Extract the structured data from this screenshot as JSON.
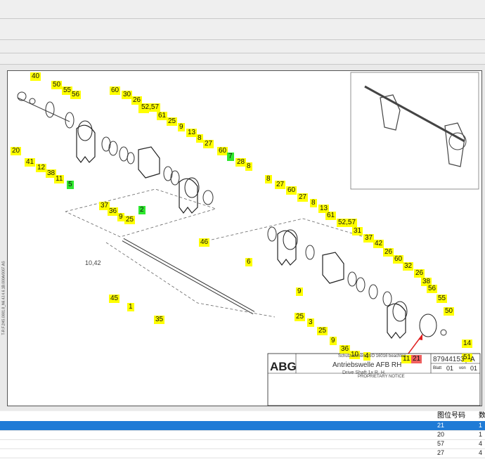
{
  "drawing": {
    "logo": "ABG",
    "header_note": "Schutzvermerk ISO 16016 beachten",
    "title_de": "Antriebswelle AFB RH",
    "title_en": "Drive Shaft 1x R. H.",
    "doc_number": "87944153",
    "revision": "A",
    "sheet_label": "Blatt",
    "sheet": "01",
    "of_label": "von",
    "sheets": "01",
    "proprietary": "PROPRIETARY NOTICE",
    "side_code": "T-R.F.2HS.0001.8_N6.4J.4.6.1B.000A/0007.AS",
    "callouts": [
      {
        "t": "40",
        "c": "y"
      },
      {
        "t": "50",
        "c": "y"
      },
      {
        "t": "55",
        "c": "y"
      },
      {
        "t": "56",
        "c": "y"
      },
      {
        "t": "60",
        "c": "y"
      },
      {
        "t": "30",
        "c": "y"
      },
      {
        "t": "26",
        "c": "y"
      },
      {
        "t": "26",
        "c": "y"
      },
      {
        "t": "52,57",
        "c": "y"
      },
      {
        "t": "61",
        "c": "y"
      },
      {
        "t": "25",
        "c": "y"
      },
      {
        "t": "9",
        "c": "y"
      },
      {
        "t": "13",
        "c": "y"
      },
      {
        "t": "8",
        "c": "y"
      },
      {
        "t": "27",
        "c": "y"
      },
      {
        "t": "60",
        "c": "y"
      },
      {
        "t": "7",
        "c": "g"
      },
      {
        "t": "28",
        "c": "y"
      },
      {
        "t": "8",
        "c": "y"
      },
      {
        "t": "20",
        "c": "y"
      },
      {
        "t": "41",
        "c": "y"
      },
      {
        "t": "12",
        "c": "y"
      },
      {
        "t": "38",
        "c": "y"
      },
      {
        "t": "11",
        "c": "y"
      },
      {
        "t": "5",
        "c": "g"
      },
      {
        "t": "37",
        "c": "y"
      },
      {
        "t": "36",
        "c": "y"
      },
      {
        "t": "9",
        "c": "y"
      },
      {
        "t": "25",
        "c": "y"
      },
      {
        "t": "2",
        "c": "g"
      },
      {
        "t": "46",
        "c": "y"
      },
      {
        "t": "45",
        "c": "y"
      },
      {
        "t": "1",
        "c": "y"
      },
      {
        "t": "35",
        "c": "y"
      },
      {
        "t": "8",
        "c": "y"
      },
      {
        "t": "27",
        "c": "y"
      },
      {
        "t": "60",
        "c": "y"
      },
      {
        "t": "27",
        "c": "y"
      },
      {
        "t": "8",
        "c": "y"
      },
      {
        "t": "13",
        "c": "y"
      },
      {
        "t": "61",
        "c": "y"
      },
      {
        "t": "52,57",
        "c": "y"
      },
      {
        "t": "31",
        "c": "y"
      },
      {
        "t": "37",
        "c": "y"
      },
      {
        "t": "42",
        "c": "y"
      },
      {
        "t": "26",
        "c": "y"
      },
      {
        "t": "60",
        "c": "y"
      },
      {
        "t": "32",
        "c": "y"
      },
      {
        "t": "26",
        "c": "y"
      },
      {
        "t": "38",
        "c": "y"
      },
      {
        "t": "6",
        "c": "y"
      },
      {
        "t": "9",
        "c": "y"
      },
      {
        "t": "25",
        "c": "y"
      },
      {
        "t": "3",
        "c": "y"
      },
      {
        "t": "25",
        "c": "y"
      },
      {
        "t": "9",
        "c": "y"
      },
      {
        "t": "36",
        "c": "y"
      },
      {
        "t": "10",
        "c": "y"
      },
      {
        "t": "4",
        "c": "y"
      },
      {
        "t": "56",
        "c": "y"
      },
      {
        "t": "55",
        "c": "y"
      },
      {
        "t": "50",
        "c": "y"
      },
      {
        "t": "14",
        "c": "y"
      },
      {
        "t": "51",
        "c": "y"
      },
      {
        "t": "11",
        "c": "y"
      },
      {
        "t": "21",
        "c": "r"
      }
    ],
    "plain_label": "10,42"
  },
  "grid": {
    "col_position": "图位号码",
    "col_qty_head": "数",
    "rows": [
      {
        "pos": "21",
        "qty": "1",
        "selected": true
      },
      {
        "pos": "20",
        "qty": "1",
        "selected": false
      },
      {
        "pos": "57",
        "qty": "4",
        "selected": false
      },
      {
        "pos": "27",
        "qty": "4",
        "selected": false
      }
    ]
  }
}
